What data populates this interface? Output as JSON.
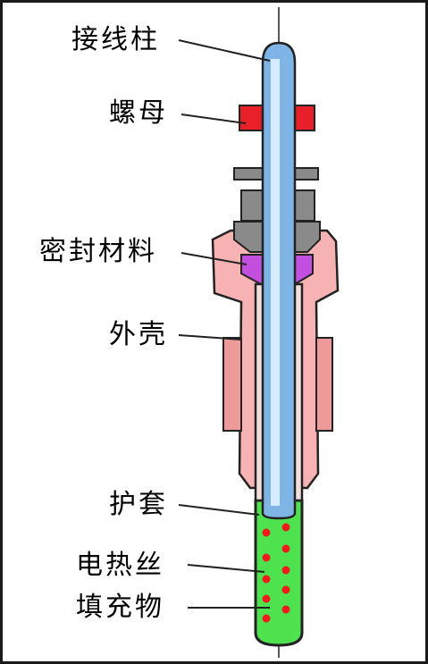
{
  "labels": {
    "terminal": "接线柱",
    "nut": "螺母",
    "sealing_material": "密封材料",
    "housing": "外壳",
    "sheath": "护套",
    "heating_wire": "电热丝",
    "filler": "填充物"
  },
  "colors": {
    "border": "#1a1a1a",
    "terminal_blue": "#7fb4e6",
    "terminal_highlight": "#d6ecff",
    "nut_red": "#e8202a",
    "washer_gray": "#8a8a8a",
    "seal_purple": "#c34fe0",
    "housing_pink": "#f7b3b3",
    "housing_dark": "#ee9a9a",
    "filler_green": "#4ee24e",
    "wire_dots_red": "#f01c1c"
  }
}
